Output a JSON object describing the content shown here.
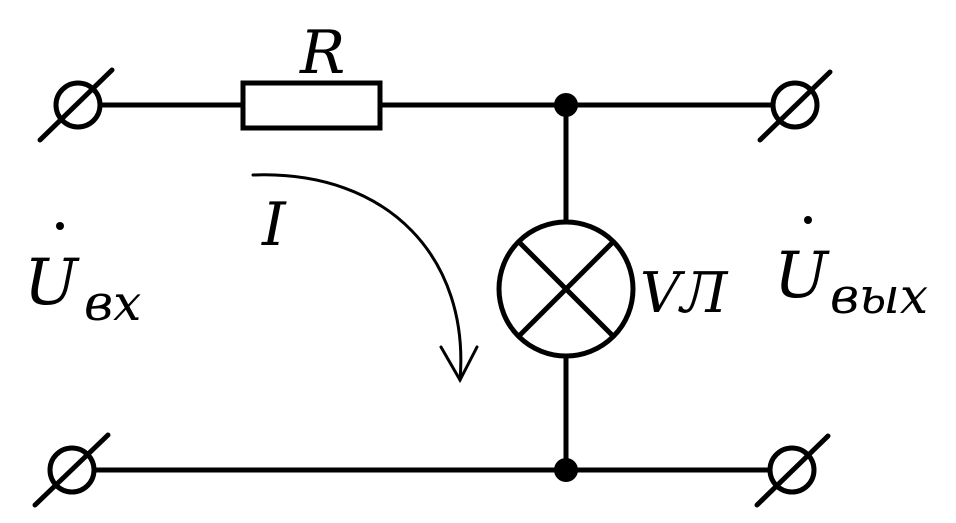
{
  "labels": {
    "resistor": "R",
    "current": "I",
    "lamp": "VЛ",
    "input_voltage": "U",
    "input_voltage_sub": "вх",
    "output_voltage": "U",
    "output_voltage_sub": "вых"
  }
}
